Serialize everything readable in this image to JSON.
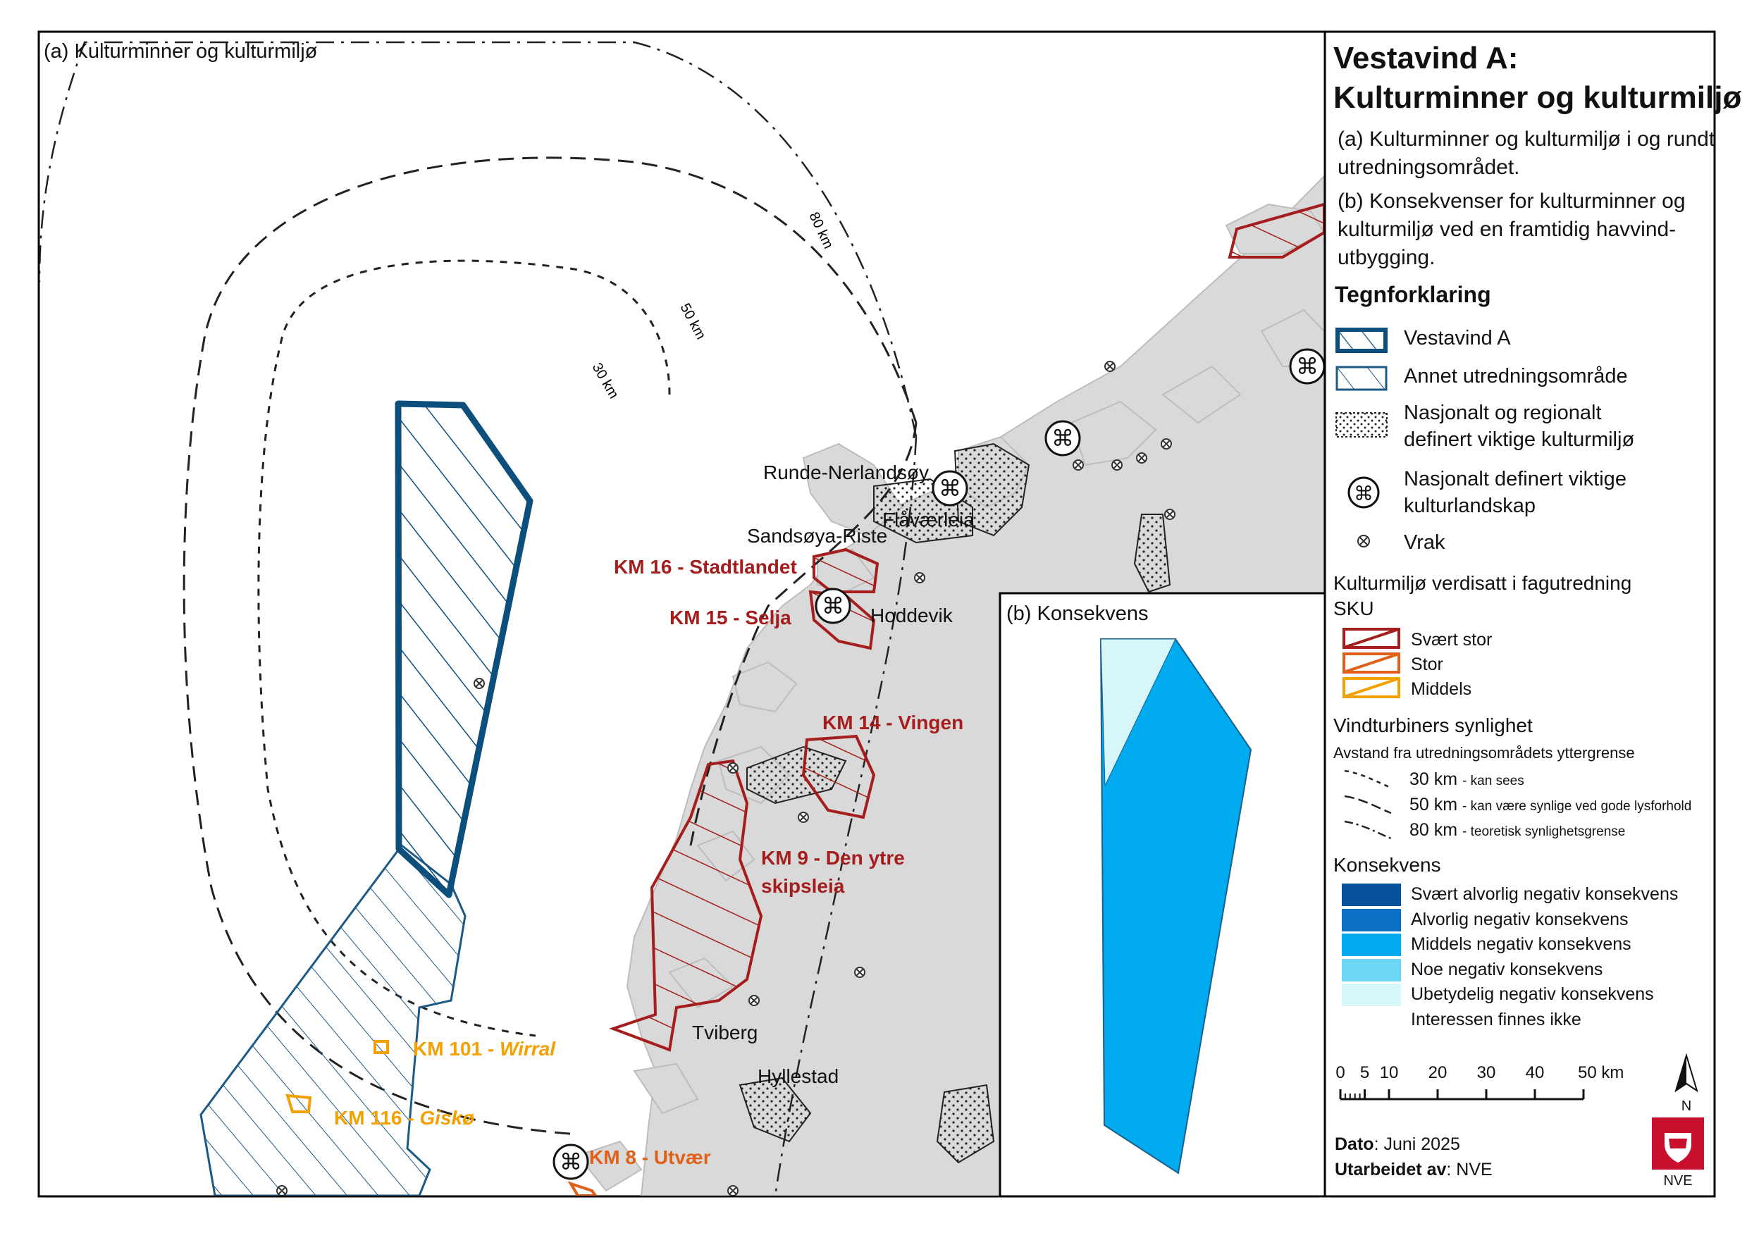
{
  "map": {
    "panel_a_label": "(a) Kulturminner og kulturmiljø",
    "panel_b_label": "(b) Konsekvens",
    "buffer_labels": [
      "30 km",
      "50 km",
      "80 km"
    ],
    "place_names": [
      "Runde-Nerlandsøy",
      "Flåværleia",
      "Sandsøya-Riste",
      "Hoddevik",
      "Tviberg",
      "Hyllestad"
    ],
    "km_labels": {
      "km16": "KM 16 - Stadtlandet",
      "km15": "KM 15 - Selja",
      "km14": "KM 14 - Vingen",
      "km9_line1": "KM 9 - Den ytre",
      "km9_line2": "skipsleia",
      "km8": "KM 8 - Utvær",
      "km101_prefix": "KM 101 - ",
      "km101_name": "Wirral",
      "km116_prefix": "KM 116 - ",
      "km116_name": "Giskø"
    },
    "consequence_level_shown": [
      "Middels negativ konsekvens",
      "Ubetydelig negativ konsekvens"
    ]
  },
  "legend": {
    "title_line1": "Vestavind A:",
    "title_line2": "Kulturminner og kulturmiljø",
    "desc_a": "(a) Kulturminner og kulturmiljø i og rundt utredningsområdet.",
    "desc_b": "(b) Konsekvenser for kulturminner og kulturmiljø ved en framtidig havvind-utbygging.",
    "heading": "Tegnforklaring",
    "items": {
      "vestavind": "Vestavind A",
      "annet": "Annet utredningsområde",
      "nasjonalt_line1": "Nasjonalt og regionalt",
      "nasjonalt_line2": "definert viktige kulturmiljø",
      "landskap_line1": "Nasjonalt definert viktige",
      "landskap_line2": "kulturlandskap",
      "vrak": "Vrak"
    },
    "sku_line1": "Kulturmiljø verdisatt i fagutredning",
    "sku_line2": "SKU",
    "sku_items": [
      "Svært stor",
      "Stor",
      "Middels"
    ],
    "synlighet_heading": "Vindturbiners synlighet",
    "synlighet_sub": "Avstand fra utredningsområdets yttergrense",
    "synlighet_items": [
      {
        "km": "30 km",
        "note": "- kan sees"
      },
      {
        "km": "50 km",
        "note": "- kan være synlige ved gode lysforhold"
      },
      {
        "km": "80 km",
        "note": "- teoretisk synlighetsgrense"
      }
    ],
    "konsekvens_heading": "Konsekvens",
    "konsekvens_items": [
      {
        "label": "Svært alvorlig negativ konsekvens",
        "color": "#08519c"
      },
      {
        "label": "Alvorlig negativ konsekvens",
        "color": "#0b6fc6"
      },
      {
        "label": "Middels negativ konsekvens",
        "color": "#00aaee"
      },
      {
        "label": "Noe negativ konsekvens",
        "color": "#6fd6f6"
      },
      {
        "label": "Ubetydelig negativ konsekvens",
        "color": "#d6f6fa"
      },
      {
        "label": "Interessen finnes ikke",
        "color": "#ffffff"
      }
    ],
    "scale_ticks": [
      "0",
      "5",
      "10",
      "20",
      "30",
      "40",
      "50 km"
    ],
    "north": "N",
    "dato_label": "Dato",
    "dato_value": ": Juni 2025",
    "utarbeidet_label": "Utarbeidet av",
    "utarbeidet_value": ": NVE",
    "logo_text": "NVE"
  },
  "colors": {
    "vestavind_border": "#0d4f7c",
    "sku_svaert_stor": "#a51d1d",
    "sku_stor": "#e0601a",
    "sku_middels": "#f2a100",
    "land": "#d9d9d9"
  }
}
